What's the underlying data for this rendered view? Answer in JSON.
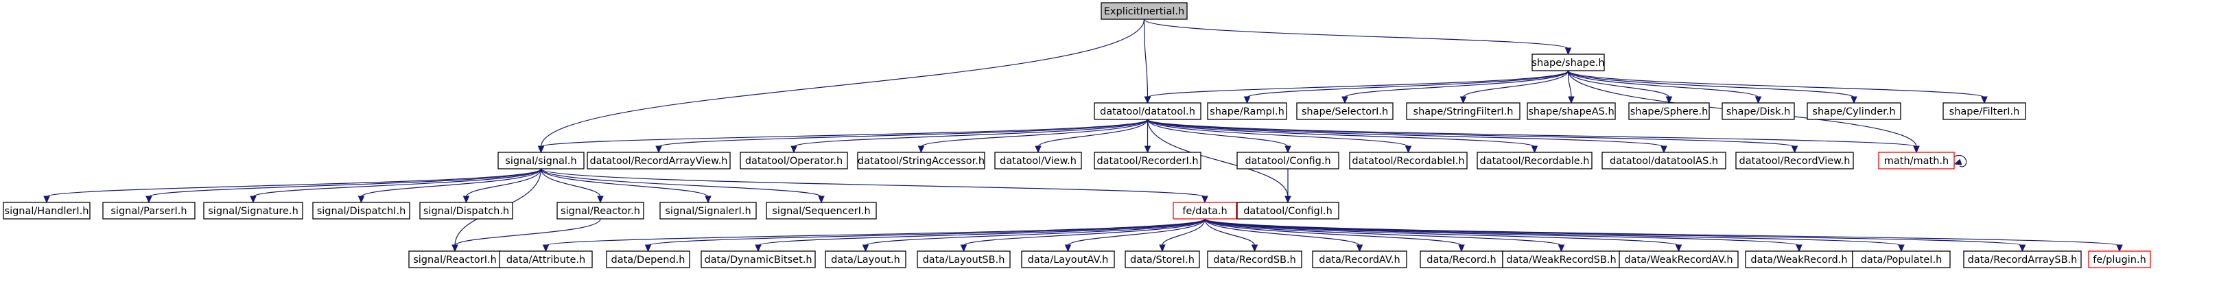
{
  "graph": {
    "title": "Include dependency graph",
    "nodes": [
      {
        "id": "explicit_inertial",
        "label": "ExplicitInertial.h",
        "kind": "root"
      },
      {
        "id": "shape_shape",
        "label": "shape/shape.h",
        "kind": "file"
      },
      {
        "id": "datatool_datatool",
        "label": "datatool/datatool.h",
        "kind": "file"
      },
      {
        "id": "shape_rampi",
        "label": "shape/RampI.h",
        "kind": "file"
      },
      {
        "id": "shape_selectori",
        "label": "shape/SelectorI.h",
        "kind": "file"
      },
      {
        "id": "shape_stringfilteri",
        "label": "shape/StringFilterI.h",
        "kind": "file"
      },
      {
        "id": "shape_shapeas",
        "label": "shape/shapeAS.h",
        "kind": "file"
      },
      {
        "id": "shape_sphere",
        "label": "shape/Sphere.h",
        "kind": "file"
      },
      {
        "id": "shape_disk",
        "label": "shape/Disk.h",
        "kind": "file"
      },
      {
        "id": "shape_cylinder",
        "label": "shape/Cylinder.h",
        "kind": "file"
      },
      {
        "id": "shape_filteri",
        "label": "shape/FilterI.h",
        "kind": "file"
      },
      {
        "id": "signal_signal",
        "label": "signal/signal.h",
        "kind": "file"
      },
      {
        "id": "datatool_recordarrayview",
        "label": "datatool/RecordArrayView.h",
        "kind": "file"
      },
      {
        "id": "datatool_operator",
        "label": "datatool/Operator.h",
        "kind": "file"
      },
      {
        "id": "datatool_stringaccessor",
        "label": "datatool/StringAccessor.h",
        "kind": "file"
      },
      {
        "id": "datatool_view",
        "label": "datatool/View.h",
        "kind": "file"
      },
      {
        "id": "datatool_recorderi",
        "label": "datatool/RecorderI.h",
        "kind": "file"
      },
      {
        "id": "datatool_config",
        "label": "datatool/Config.h",
        "kind": "file"
      },
      {
        "id": "datatool_recordablei",
        "label": "datatool/RecordableI.h",
        "kind": "file"
      },
      {
        "id": "datatool_recordable",
        "label": "datatool/Recordable.h",
        "kind": "file"
      },
      {
        "id": "datatool_datatoolas",
        "label": "datatool/datatoolAS.h",
        "kind": "file"
      },
      {
        "id": "datatool_recordview",
        "label": "datatool/RecordView.h",
        "kind": "file"
      },
      {
        "id": "math_math",
        "label": "math/math.h",
        "kind": "external"
      },
      {
        "id": "signal_handleri",
        "label": "signal/HandlerI.h",
        "kind": "file"
      },
      {
        "id": "signal_parseri",
        "label": "signal/ParserI.h",
        "kind": "file"
      },
      {
        "id": "signal_signature",
        "label": "signal/Signature.h",
        "kind": "file"
      },
      {
        "id": "signal_dispatchi",
        "label": "signal/DispatchI.h",
        "kind": "file"
      },
      {
        "id": "signal_dispatch",
        "label": "signal/Dispatch.h",
        "kind": "file"
      },
      {
        "id": "signal_reactor",
        "label": "signal/Reactor.h",
        "kind": "file"
      },
      {
        "id": "signal_signaleri",
        "label": "signal/SignalerI.h",
        "kind": "file"
      },
      {
        "id": "signal_sequenceri",
        "label": "signal/SequencerI.h",
        "kind": "file"
      },
      {
        "id": "fe_data",
        "label": "fe/data.h",
        "kind": "external"
      },
      {
        "id": "datatool_configi",
        "label": "datatool/ConfigI.h",
        "kind": "file"
      },
      {
        "id": "signal_reactori",
        "label": "signal/ReactorI.h",
        "kind": "file"
      },
      {
        "id": "data_attribute",
        "label": "data/Attribute.h",
        "kind": "file"
      },
      {
        "id": "data_depend",
        "label": "data/Depend.h",
        "kind": "file"
      },
      {
        "id": "data_dynamicbitset",
        "label": "data/DynamicBitset.h",
        "kind": "file"
      },
      {
        "id": "data_layout",
        "label": "data/Layout.h",
        "kind": "file"
      },
      {
        "id": "data_layoutsb",
        "label": "data/LayoutSB.h",
        "kind": "file"
      },
      {
        "id": "data_layoutav",
        "label": "data/LayoutAV.h",
        "kind": "file"
      },
      {
        "id": "data_storei",
        "label": "data/StoreI.h",
        "kind": "file"
      },
      {
        "id": "data_recordsb",
        "label": "data/RecordSB.h",
        "kind": "file"
      },
      {
        "id": "data_recordav",
        "label": "data/RecordAV.h",
        "kind": "file"
      },
      {
        "id": "data_record",
        "label": "data/Record.h",
        "kind": "file"
      },
      {
        "id": "data_weakrecordsb",
        "label": "data/WeakRecordSB.h",
        "kind": "file"
      },
      {
        "id": "data_weakrecordav",
        "label": "data/WeakRecordAV.h",
        "kind": "file"
      },
      {
        "id": "data_weakrecord",
        "label": "data/WeakRecord.h",
        "kind": "file"
      },
      {
        "id": "data_populatei",
        "label": "data/PopulateI.h",
        "kind": "file"
      },
      {
        "id": "data_recordarraysb",
        "label": "data/RecordArraySB.h",
        "kind": "file"
      },
      {
        "id": "fe_plugin",
        "label": "fe/plugin.h",
        "kind": "external"
      }
    ],
    "edges": [
      [
        "explicit_inertial",
        "shape_shape"
      ],
      [
        "explicit_inertial",
        "datatool_datatool"
      ],
      [
        "explicit_inertial",
        "signal_signal"
      ],
      [
        "shape_shape",
        "datatool_datatool"
      ],
      [
        "shape_shape",
        "shape_rampi"
      ],
      [
        "shape_shape",
        "shape_selectori"
      ],
      [
        "shape_shape",
        "shape_stringfilteri"
      ],
      [
        "shape_shape",
        "shape_shapeas"
      ],
      [
        "shape_shape",
        "shape_sphere"
      ],
      [
        "shape_shape",
        "shape_disk"
      ],
      [
        "shape_shape",
        "shape_cylinder"
      ],
      [
        "shape_shape",
        "shape_filteri"
      ],
      [
        "shape_shape",
        "math_math"
      ],
      [
        "datatool_datatool",
        "signal_signal"
      ],
      [
        "datatool_datatool",
        "datatool_recordarrayview"
      ],
      [
        "datatool_datatool",
        "datatool_operator"
      ],
      [
        "datatool_datatool",
        "datatool_stringaccessor"
      ],
      [
        "datatool_datatool",
        "datatool_view"
      ],
      [
        "datatool_datatool",
        "datatool_recorderi"
      ],
      [
        "datatool_datatool",
        "datatool_config"
      ],
      [
        "datatool_datatool",
        "datatool_recordablei"
      ],
      [
        "datatool_datatool",
        "datatool_recordable"
      ],
      [
        "datatool_datatool",
        "datatool_datatoolas"
      ],
      [
        "datatool_datatool",
        "datatool_recordview"
      ],
      [
        "datatool_datatool",
        "math_math"
      ],
      [
        "datatool_datatool",
        "datatool_configi"
      ],
      [
        "datatool_config",
        "datatool_configi"
      ],
      [
        "math_math",
        "math_math"
      ],
      [
        "signal_signal",
        "signal_handleri"
      ],
      [
        "signal_signal",
        "signal_parseri"
      ],
      [
        "signal_signal",
        "signal_signature"
      ],
      [
        "signal_signal",
        "signal_dispatchi"
      ],
      [
        "signal_signal",
        "signal_dispatch"
      ],
      [
        "signal_signal",
        "signal_reactor"
      ],
      [
        "signal_signal",
        "signal_signaleri"
      ],
      [
        "signal_signal",
        "signal_sequenceri"
      ],
      [
        "signal_signal",
        "fe_data"
      ],
      [
        "signal_signal",
        "signal_reactori"
      ],
      [
        "signal_reactor",
        "signal_reactori"
      ],
      [
        "fe_data",
        "data_attribute"
      ],
      [
        "fe_data",
        "data_depend"
      ],
      [
        "fe_data",
        "data_dynamicbitset"
      ],
      [
        "fe_data",
        "data_layout"
      ],
      [
        "fe_data",
        "data_layoutsb"
      ],
      [
        "fe_data",
        "data_layoutav"
      ],
      [
        "fe_data",
        "data_storei"
      ],
      [
        "fe_data",
        "data_recordsb"
      ],
      [
        "fe_data",
        "data_recordav"
      ],
      [
        "fe_data",
        "data_record"
      ],
      [
        "fe_data",
        "data_weakrecordsb"
      ],
      [
        "fe_data",
        "data_weakrecordav"
      ],
      [
        "fe_data",
        "data_weakrecord"
      ],
      [
        "fe_data",
        "data_populatei"
      ],
      [
        "fe_data",
        "data_recordarraysb"
      ],
      [
        "fe_data",
        "fe_plugin"
      ]
    ]
  }
}
